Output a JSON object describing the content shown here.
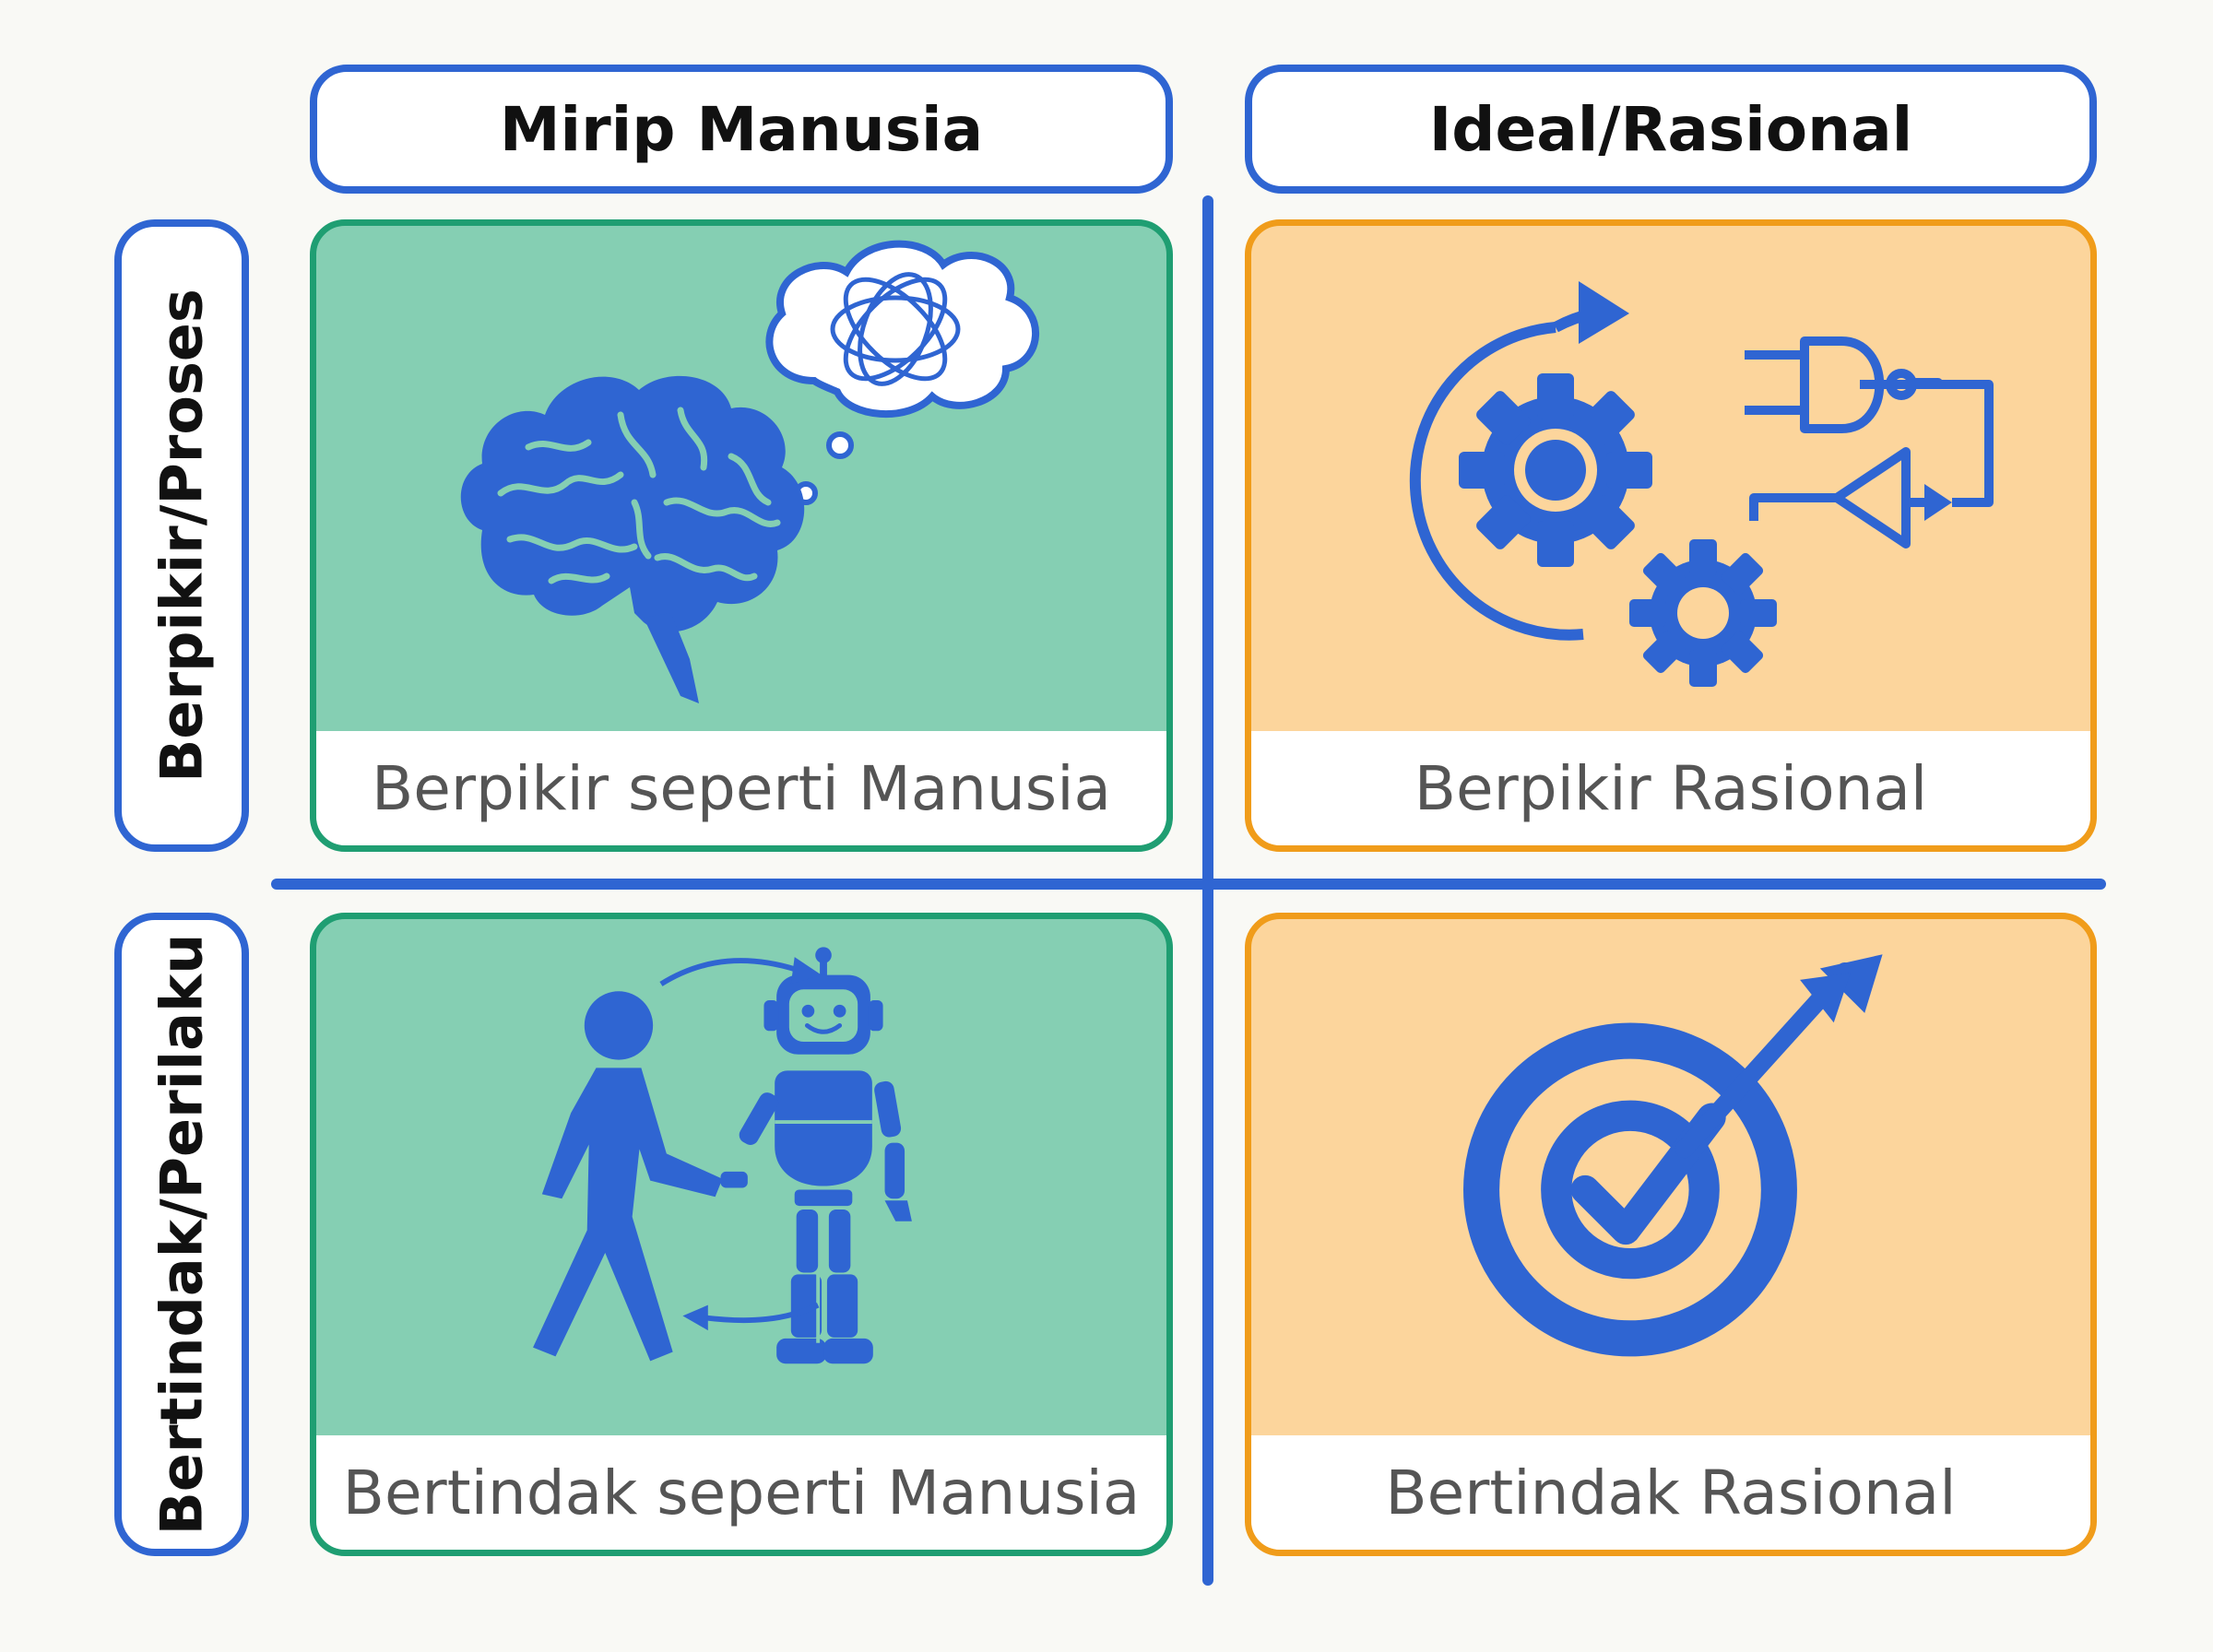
{
  "columns": [
    {
      "label": "Mirip Manusia"
    },
    {
      "label": "Ideal/Rasional"
    }
  ],
  "rows": [
    {
      "label": "Berpikir/Proses"
    },
    {
      "label": "Bertindak/Perilaku"
    }
  ],
  "quadrants": {
    "thinking_human": {
      "label": "Berpikir seperti Manusia",
      "icon": "brain-thought-icon"
    },
    "thinking_rational": {
      "label": "Berpikir Rasional",
      "icon": "gears-logic-icon"
    },
    "acting_human": {
      "label": "Bertindak seperti Manusia",
      "icon": "human-robot-icon"
    },
    "acting_rational": {
      "label": "Bertindak Rasional",
      "icon": "target-check-icon"
    }
  },
  "colors": {
    "accent_blue": "#2f65d2",
    "green_fill": "#85cfb3",
    "green_border": "#1f9e72",
    "orange_fill": "#fcd59c",
    "orange_border": "#f09c1a"
  }
}
